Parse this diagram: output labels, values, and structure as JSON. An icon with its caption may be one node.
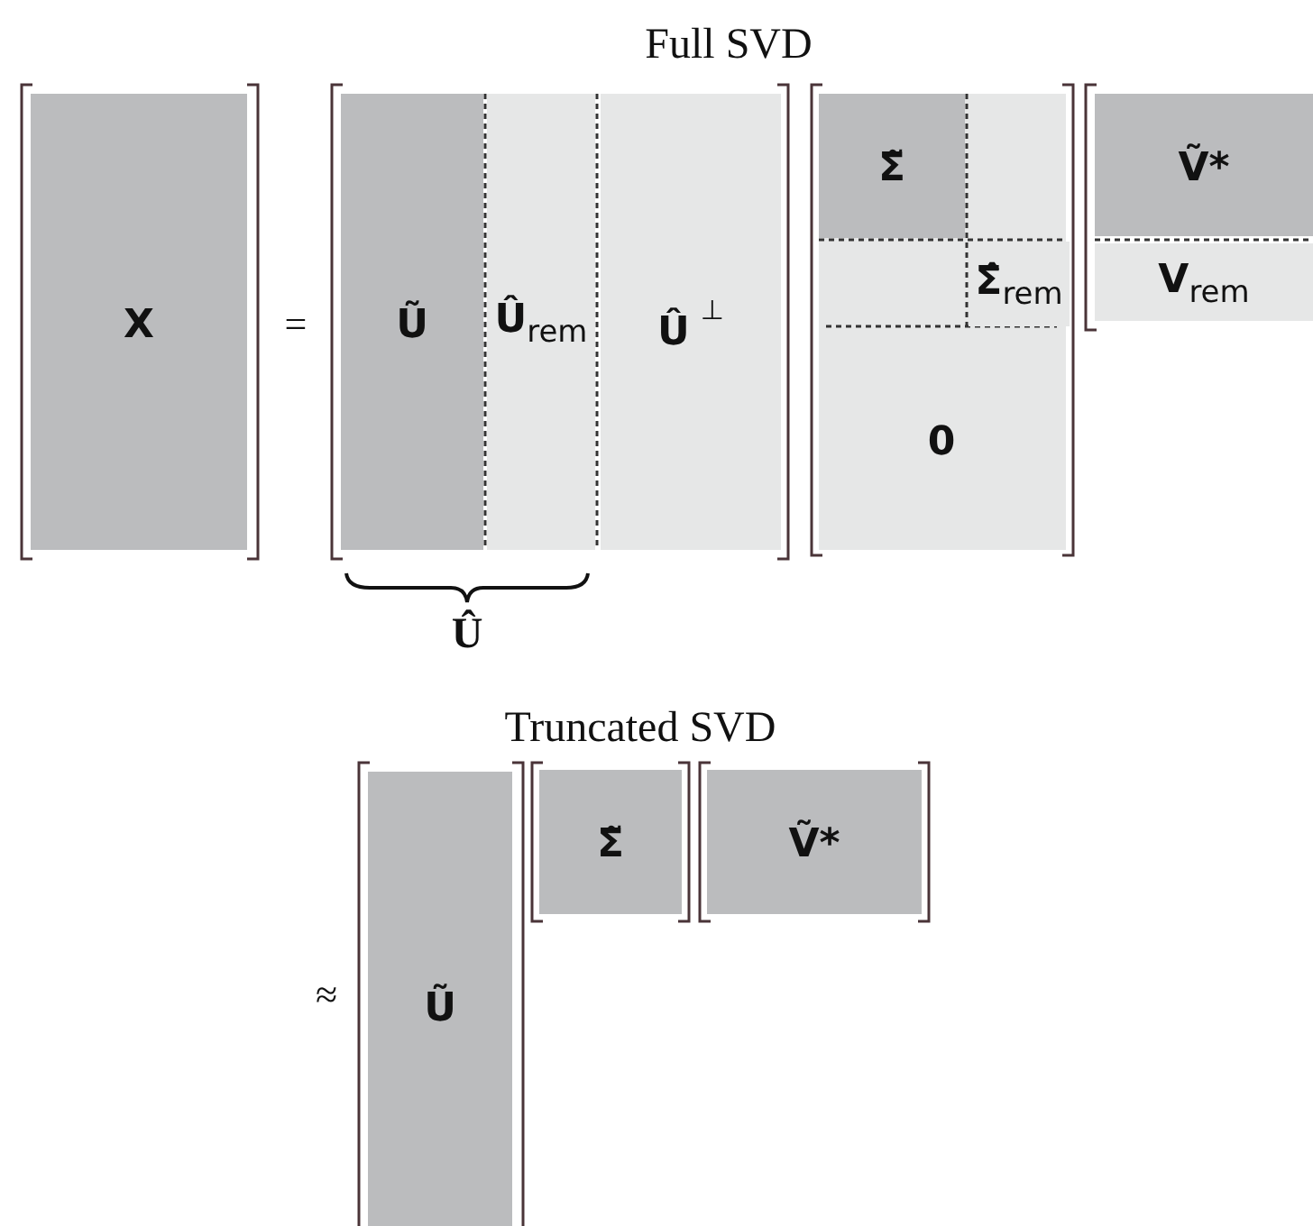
{
  "diagram": {
    "title": "Full SVD",
    "nodes": [
      {
        "text": [
          "X"
        ]
      },
      {
        "text": [
          "Ũ"
        ]
      },
      {
        "text": [
          "Û$_{rem}$"
        ]
      },
      {
        "text": [
          "Û$^{⊥}$"
        ]
      },
      {
        "text": [
          "Σ̃"
        ]
      },
      {
        "text": [
          "Σ̂$_{rem}$"
        ]
      },
      {
        "text": [
          "0"
        ]
      },
      {
        "text": [
          "Ṽ*"
        ]
      },
      {
        "text": [
          "V$_{rem}$"
        ]
      },
      {
        "text": [
          "Ũ"
        ]
      },
      {
        "text": [
          "Σ̃"
        ]
      },
      {
        "text": [
          "Ṽ*"
        ]
      }
    ],
    "labels": [
      "=",
      "Û",
      "Truncated SVD",
      "≈"
    ]
  }
}
